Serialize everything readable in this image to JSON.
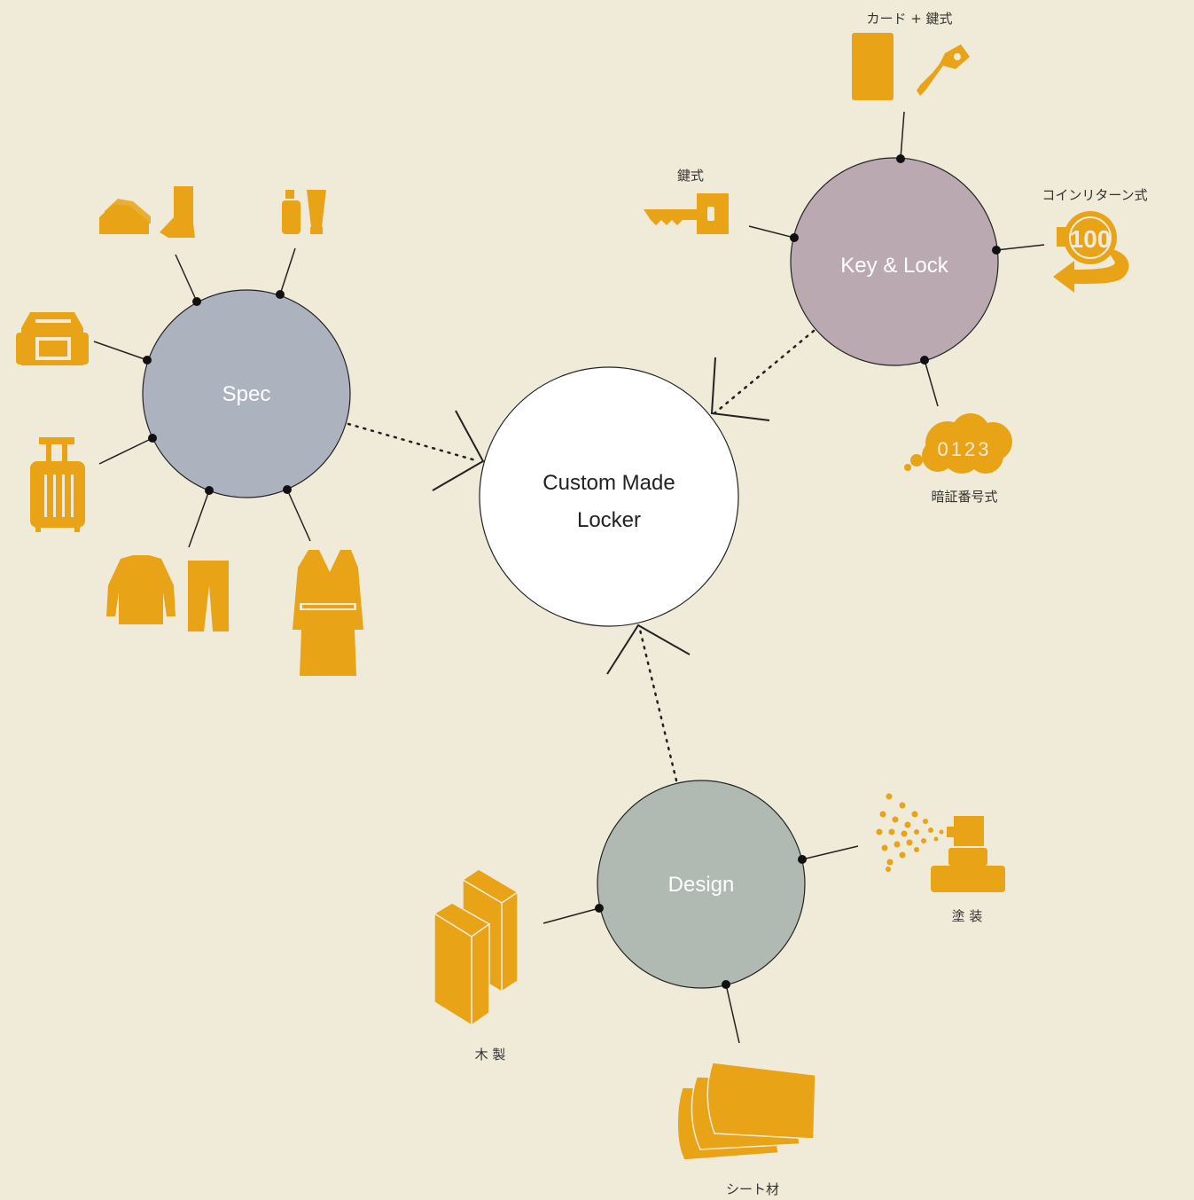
{
  "colors": {
    "background": "#f0ead8",
    "icon": "#e8a317",
    "spec": "#adb2bf",
    "key_lock": "#bba9b2",
    "design": "#b0bab3",
    "center": "#ffffff"
  },
  "center": {
    "line1": "Custom Made",
    "line2": "Locker"
  },
  "hubs": {
    "spec": {
      "label": "Spec",
      "items": [
        "shoes-boot-icon",
        "bottles-icon",
        "backpack-icon",
        "suitcase-icon",
        "shirt-pants-icon",
        "coat-icon"
      ]
    },
    "key_lock": {
      "label": "Key & Lock",
      "items": [
        {
          "label": "カード + 鍵式",
          "icon": "card-key-icon"
        },
        {
          "label": "鍵式",
          "icon": "key-icon"
        },
        {
          "label": "コインリターン式",
          "icon": "coin-return-icon"
        },
        {
          "label": "暗証番号式",
          "icon": "pin-code-icon",
          "badge": "0123"
        }
      ],
      "coin_text": "100"
    },
    "design": {
      "label": "Design",
      "items": [
        {
          "label": "塗 装",
          "icon": "spray-paint-icon"
        },
        {
          "label": "木 製",
          "icon": "wood-blocks-icon"
        },
        {
          "label": "シート材",
          "icon": "sheet-material-icon"
        }
      ]
    }
  }
}
